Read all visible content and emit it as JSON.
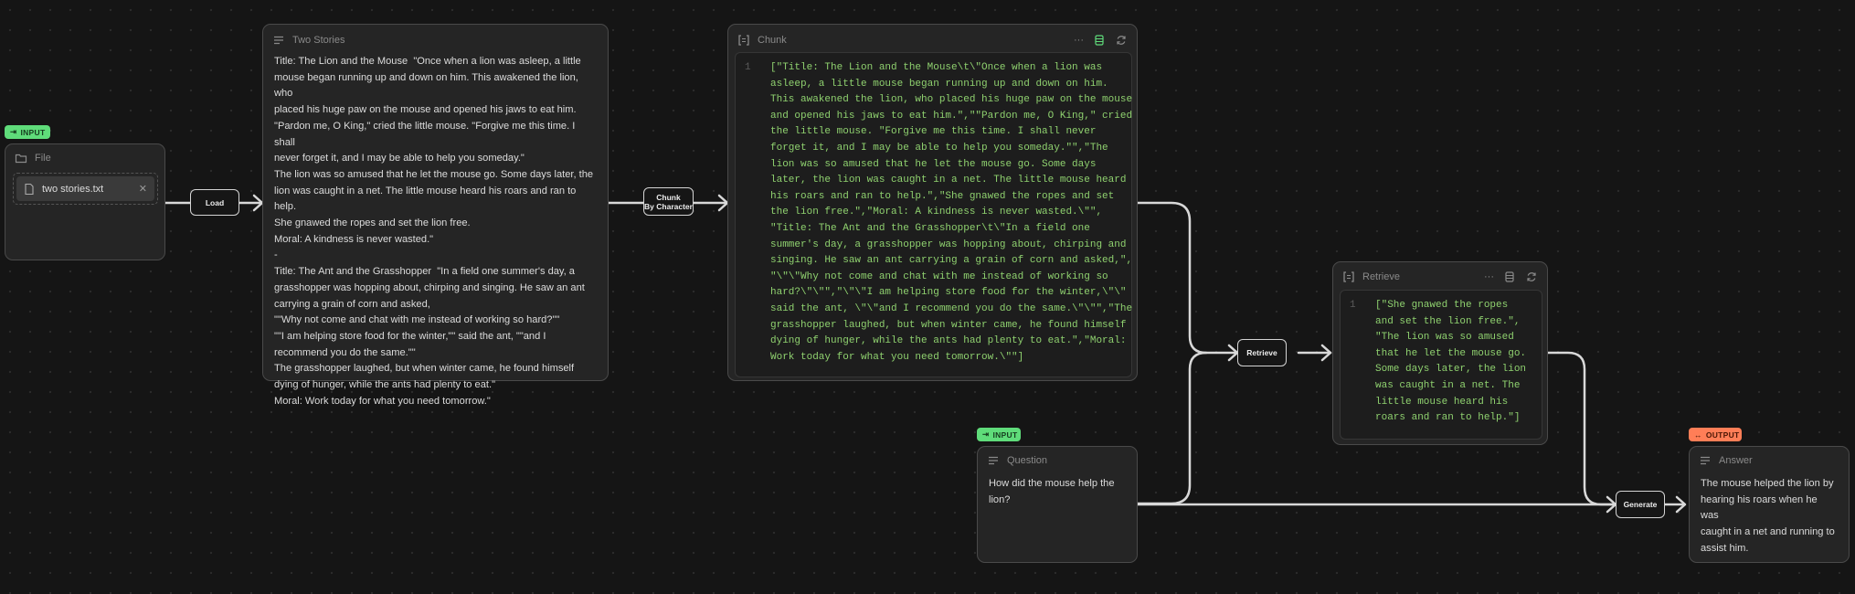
{
  "nodes": {
    "file": {
      "badge": "INPUT",
      "title": "File",
      "filename": "two stories.txt",
      "close": "✕"
    },
    "stories": {
      "title": "Two Stories",
      "text": "Title: The Lion and the Mouse  \"Once when a lion was asleep, a little\nmouse began running up and down on him. This awakened the lion, who\nplaced his huge paw on the mouse and opened his jaws to eat him.\n\"Pardon me, O King,\" cried the little mouse. \"Forgive me this time. I shall\nnever forget it, and I may be able to help you someday.\"\nThe lion was so amused that he let the mouse go. Some days later, the\nlion was caught in a net. The little mouse heard his roars and ran to help.\nShe gnawed the ropes and set the lion free.\nMoral: A kindness is never wasted.\"\n-\nTitle: The Ant and the Grasshopper  \"In a field one summer's day, a\ngrasshopper was hopping about, chirping and singing. He saw an ant\ncarrying a grain of corn and asked,\n\"\"Why not come and chat with me instead of working so hard?\"\"\n\"\"I am helping store food for the winter,\"\" said the ant, \"\"and I\nrecommend you do the same.\"\"\nThe grasshopper laughed, but when winter came, he found himself\ndying of hunger, while the ants had plenty to eat.\"\nMoral: Work today for what you need tomorrow.\""
    },
    "chunk": {
      "title": "Chunk",
      "line_no": "1",
      "code": "[\"Title: The Lion and the Mouse\\t\\\"Once when a lion was\nasleep, a little mouse began running up and down on him.\nThis awakened the lion, who placed his huge paw on the mouse\nand opened his jaws to eat him.\",\"\"Pardon me, O King,\" cried\nthe little mouse. \"Forgive me this time. I shall never\nforget it, and I may be able to help you someday.\"\",\"The\nlion was so amused that he let the mouse go. Some days\nlater, the lion was caught in a net. The little mouse heard\nhis roars and ran to help.\",\"She gnawed the ropes and set\nthe lion free.\",\"Moral: A kindness is never wasted.\\\"\",\n\"Title: The Ant and the Grasshopper\\t\\\"In a field one\nsummer's day, a grasshopper was hopping about, chirping and\nsinging. He saw an ant carrying a grain of corn and asked,\",\n\"\\\"\\\"Why not come and chat with me instead of working so\nhard?\\\"\\\"\",\"\\\"\\\"I am helping store food for the winter,\\\"\\\"\nsaid the ant, \\\"\\\"and I recommend you do the same.\\\"\\\"\",\"The\ngrasshopper laughed, but when winter came, he found himself\ndying of hunger, while the ants had plenty to eat.\",\"Moral:\nWork today for what you need tomorrow.\\\"\"]"
    },
    "retrieve": {
      "title": "Retrieve",
      "line_no": "1",
      "code": "[\"She gnawed the ropes\nand set the lion free.\",\n\"The lion was so amused\nthat he let the mouse go.\nSome days later, the lion\nwas caught in a net. The\nlittle mouse heard his\nroars and ran to help.\"]"
    },
    "question": {
      "badge": "INPUT",
      "title": "Question",
      "text": "How did the mouse help the\nlion?"
    },
    "answer": {
      "badge": "OUTPUT",
      "title": "Answer",
      "text": "The mouse helped the lion by\nhearing his roars when he was\ncaught in a net and running to\nassist him."
    }
  },
  "operations": {
    "load": "Load",
    "chunk_line1": "Chunk",
    "chunk_line2": "By Character",
    "retrieve": "Retrieve",
    "generate": "Generate"
  },
  "menu_dots": "···",
  "colors": {
    "input_badge": "#5fdc7a",
    "output_badge": "#ff7e57",
    "code_text": "#8fd16f",
    "wire": "#d8d8d8"
  }
}
